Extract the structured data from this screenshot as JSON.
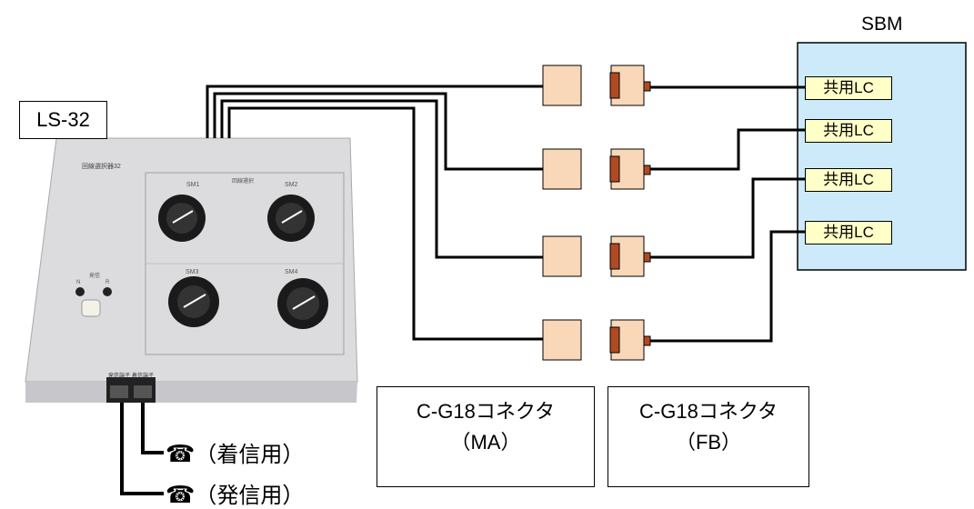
{
  "device": {
    "label": "LS-32",
    "panel_title": "回線選択器32",
    "knob_group_label": "回線選択",
    "knob_labels": [
      "SM1",
      "SM2",
      "SM3",
      "SM4"
    ],
    "switch_group_label": "発信",
    "switch_labels": [
      "N",
      "R"
    ],
    "port_labels": [
      "発信端子",
      "着信端子"
    ]
  },
  "sbm": {
    "title": "SBM",
    "lc_labels": [
      "共用LC",
      "共用LC",
      "共用LC",
      "共用LC"
    ]
  },
  "connectors": {
    "ma_label_line1": "C-G18コネクタ",
    "ma_label_line2": "（MA）",
    "fb_label_line1": "C-G18コネクタ",
    "fb_label_line2": "（FB）"
  },
  "phones": {
    "icon": "☎",
    "incoming": "（着信用）",
    "outgoing": "（発信用）"
  }
}
